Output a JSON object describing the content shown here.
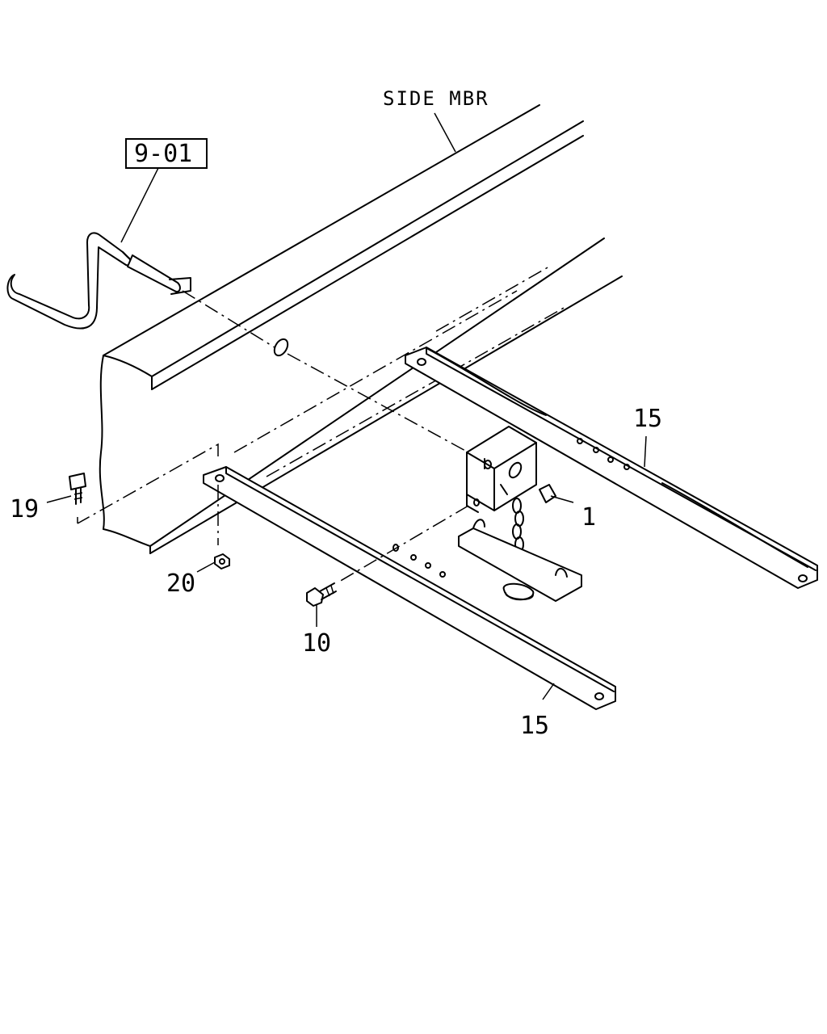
{
  "labels": {
    "side_member": "SIDE MBR",
    "ref_box": "9-01",
    "part_1": "1",
    "part_10": "10",
    "part_15_upper": "15",
    "part_15_lower": "15",
    "part_19": "19",
    "part_20": "20"
  }
}
